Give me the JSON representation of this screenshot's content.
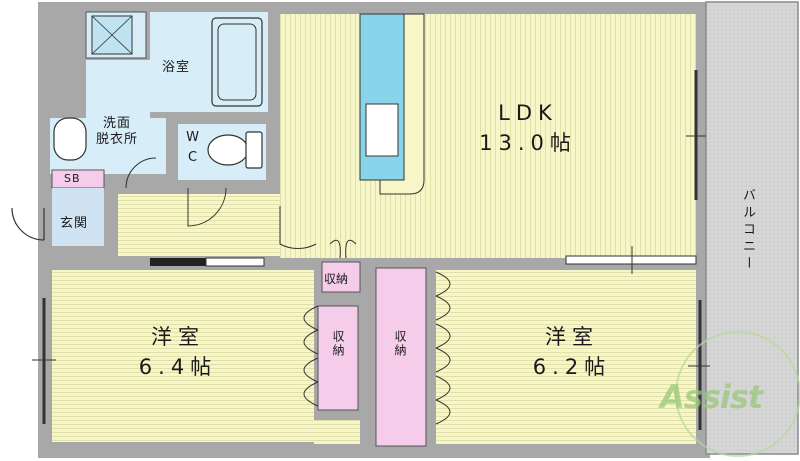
{
  "rooms": {
    "ldk": {
      "name": "LDK",
      "size": "13.0帖"
    },
    "western_left": {
      "name": "洋室",
      "size": "6.4帖"
    },
    "western_right": {
      "name": "洋室",
      "size": "6.2帖"
    },
    "bath": {
      "name": "浴室"
    },
    "washroom": {
      "line1": "洗面",
      "line2": "脱衣所"
    },
    "wc": {
      "line1": "W",
      "line2": "C"
    },
    "shoe_box": {
      "name": "SB"
    },
    "entrance": {
      "name": "玄関"
    },
    "storage_top": {
      "name": "収納"
    },
    "storage_left": {
      "name": "収納"
    },
    "storage_right": {
      "name": "収納"
    },
    "balcony": {
      "name": "バルコニー"
    }
  },
  "logo": {
    "text": "Assist"
  },
  "colors": {
    "wall": "#a8a8a8",
    "room_floor": "#f7f6c8",
    "wet_area": "#d7edf8",
    "storage": "#f5cdea",
    "counter": "#88d4ea",
    "balcony": "#d6d6d6",
    "logo": "#9ac87a"
  }
}
